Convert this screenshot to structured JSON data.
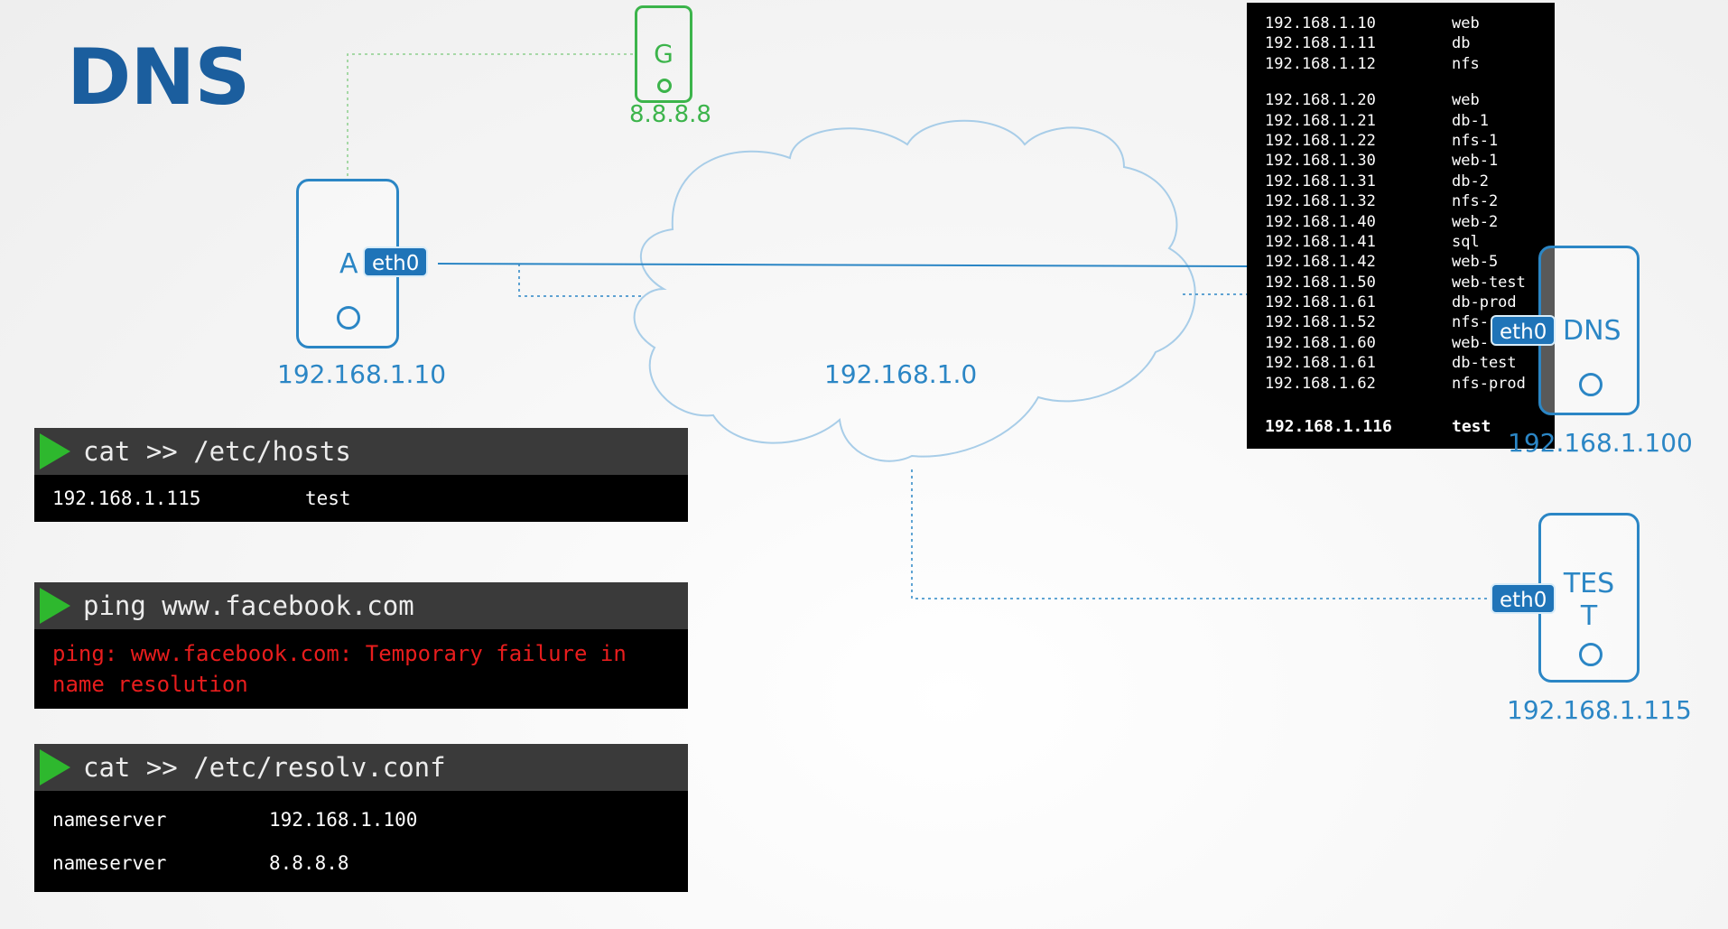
{
  "title": "DNS",
  "gateway": {
    "label": "G",
    "ip": "8.8.8.8"
  },
  "network": {
    "ip": "192.168.1.0"
  },
  "hosts": {
    "a": {
      "label": "A",
      "interface": "eth0",
      "ip": "192.168.1.10"
    },
    "dns": {
      "label": "DNS",
      "interface": "eth0",
      "ip": "192.168.1.100"
    },
    "test": {
      "label_line1": "TES",
      "label_line2": "T",
      "interface": "eth0",
      "ip": "192.168.1.115"
    }
  },
  "terminals": {
    "hosts_file": {
      "command": "cat >> /etc/hosts",
      "lines": [
        {
          "ip": "192.168.1.115",
          "name": "test"
        }
      ]
    },
    "ping": {
      "command": "ping www.facebook.com",
      "error_line1": "ping: www.facebook.com: Temporary failure in",
      "error_line2": "name resolution"
    },
    "resolv": {
      "command": "cat >> /etc/resolv.conf",
      "lines": [
        {
          "key": "nameserver",
          "value": "192.168.1.100"
        },
        {
          "key": "nameserver",
          "value": "8.8.8.8"
        }
      ]
    }
  },
  "dns_records": {
    "group1": [
      {
        "ip": "192.168.1.10",
        "name": "web"
      },
      {
        "ip": "192.168.1.11",
        "name": "db"
      },
      {
        "ip": "192.168.1.12",
        "name": "nfs"
      }
    ],
    "group2": [
      {
        "ip": "192.168.1.20",
        "name": "web"
      },
      {
        "ip": "192.168.1.21",
        "name": "db-1"
      },
      {
        "ip": "192.168.1.22",
        "name": "nfs-1"
      },
      {
        "ip": "192.168.1.30",
        "name": "web-1"
      },
      {
        "ip": "192.168.1.31",
        "name": "db-2"
      },
      {
        "ip": "192.168.1.32",
        "name": "nfs-2"
      },
      {
        "ip": "192.168.1.40",
        "name": "web-2"
      },
      {
        "ip": "192.168.1.41",
        "name": "sql"
      },
      {
        "ip": "192.168.1.42",
        "name": "web-5"
      },
      {
        "ip": "192.168.1.50",
        "name": "web-test"
      },
      {
        "ip": "192.168.1.61",
        "name": "db-prod"
      },
      {
        "ip": "192.168.1.52",
        "name": "nfs-"
      },
      {
        "ip": "192.168.1.60",
        "name": "web-"
      },
      {
        "ip": "192.168.1.61",
        "name": "db-test"
      },
      {
        "ip": "192.168.1.62",
        "name": "nfs-prod"
      }
    ],
    "added": {
      "ip": "192.168.1.116",
      "name": "test"
    }
  },
  "colors": {
    "title": "#1b5e9e",
    "host_blue": "#2b86c5",
    "gateway_green": "#3cb44b",
    "error_red": "#e81d1d",
    "play_green": "#2eb82e"
  }
}
